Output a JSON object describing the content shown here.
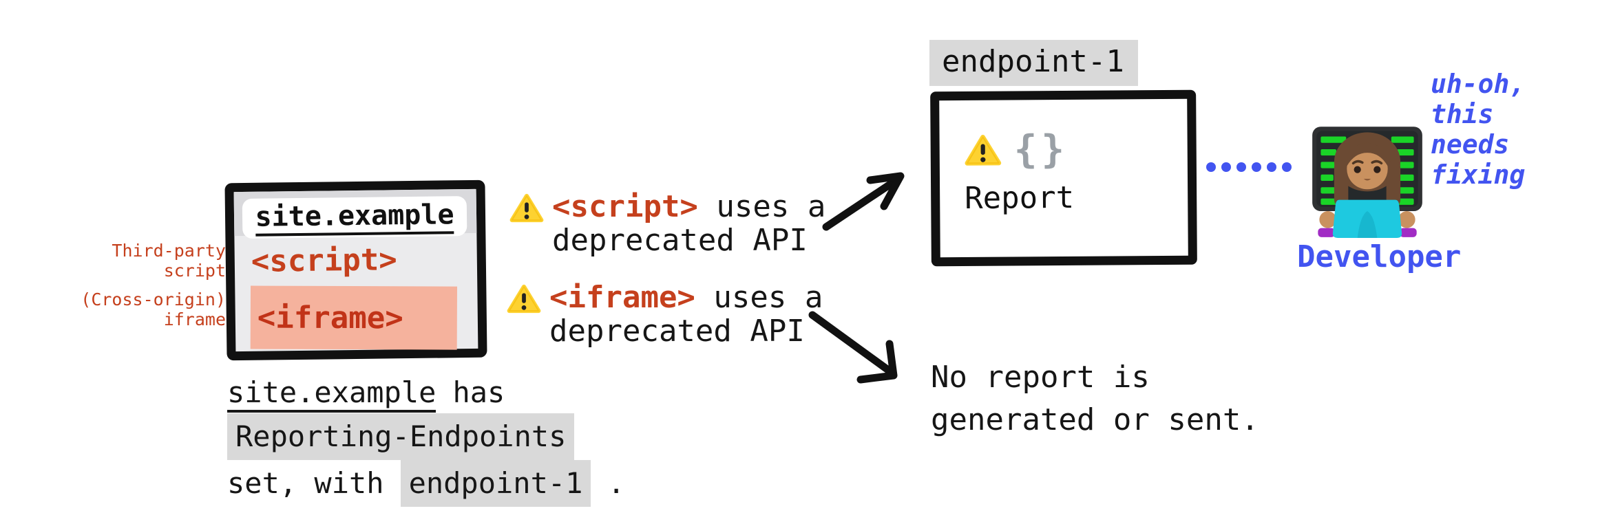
{
  "palette": {
    "accent_red": "#c5401d",
    "accent_blue": "#4254f0",
    "highlight_gray": "#d9d9d9",
    "highlight_salmon": "#f5b29d",
    "warn_yellow": "#fdd231",
    "brace_gray": "#9aa0a6",
    "ink": "#111111"
  },
  "browser_window": {
    "address": "site.example",
    "script_tag": "<script>",
    "iframe_tag": "<iframe>"
  },
  "side_labels": {
    "script_line1": "Third-party",
    "script_line2": "script",
    "iframe_line1": "(Cross-origin)",
    "iframe_line2": "iframe"
  },
  "caption": {
    "site": "site.example",
    "has": "has",
    "header_name": "Reporting-Endpoints",
    "set_with": "set, with",
    "endpoint": "endpoint-1",
    "period": "."
  },
  "warnings": [
    {
      "tag": "<script>",
      "rest": "uses a",
      "line2": "deprecated API"
    },
    {
      "tag": "<iframe>",
      "rest": "uses a",
      "line2": "deprecated API"
    }
  ],
  "endpoint": {
    "label": "endpoint-1",
    "braces": "{}",
    "report": "Report"
  },
  "no_report": {
    "line1": "No report is",
    "line2": "generated or sent."
  },
  "developer": {
    "label": "Developer",
    "thought_line1": "uh-oh,",
    "thought_line2": "this",
    "thought_line3": "needs",
    "thought_line4": "fixing"
  }
}
